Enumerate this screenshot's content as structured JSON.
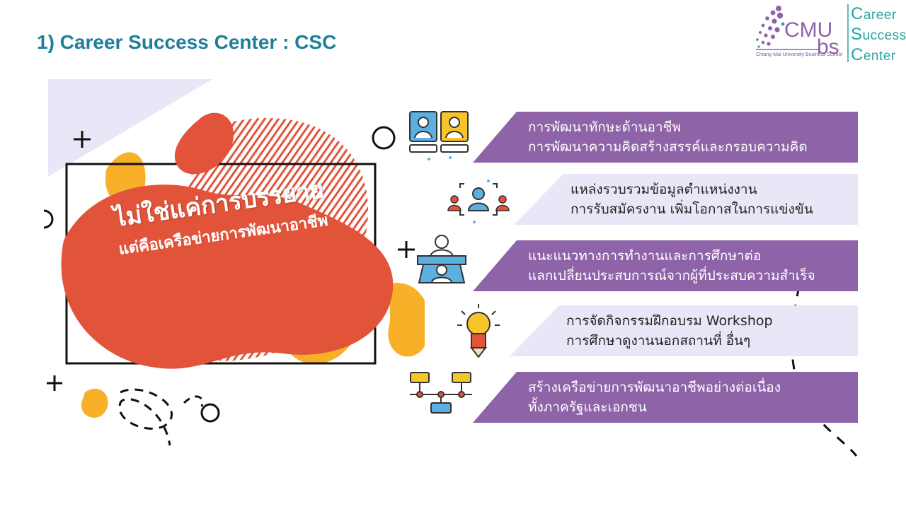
{
  "slide": {
    "title": "1) Career Success Center : CSC"
  },
  "logo": {
    "brand_top": "CMU",
    "brand_bottom": "bs",
    "university": "Chiang Mai University Business School",
    "csc_lines": [
      "Career",
      "Success",
      "Center"
    ]
  },
  "banner": {
    "headline": "ไม่ใช่แค่การบรรยาย",
    "subline": "แต่คือเครือข่ายการพัฒนาอาชีพ"
  },
  "services": [
    {
      "icon": "profile-cards-icon",
      "style": "purple",
      "lines": [
        "การพัฒนาทักษะด้านอาชีพ",
        "การพัฒนาความคิดสร้างสรรค์และกรอบความคิด"
      ]
    },
    {
      "icon": "candidate-focus-icon",
      "style": "light",
      "lines": [
        "แหล่งรวบรวมข้อมูลตำแหน่งงาน",
        "การรับสมัครงาน เพิ่มโอกาสในการแข่งขัน"
      ]
    },
    {
      "icon": "mentoring-icon",
      "style": "purple",
      "lines": [
        "แนะแนวทางการทำงานและการศึกษาต่อ",
        "แลกเปลี่ยนประสบการณ์จากผู้ที่ประสบความสำเร็จ"
      ]
    },
    {
      "icon": "lightbulb-pencil-icon",
      "style": "light",
      "lines": [
        "การจัดกิจกรรมฝึกอบรม Workshop",
        "การศึกษาดูงานนอกสถานที่ อื่นๆ"
      ]
    },
    {
      "icon": "network-timeline-icon",
      "style": "purple",
      "lines": [
        "สร้างเครือข่ายการพัฒนาอาชีพอย่างต่อเนื่อง",
        "ทั้งภาครัฐและเอกชน"
      ]
    }
  ],
  "colors": {
    "title": "#1f7f99",
    "purple": "#8e63a8",
    "light_purple": "#ebe6f7",
    "orange_red": "#e2543a",
    "yellow": "#f7b027",
    "teal": "#23a6a0"
  }
}
